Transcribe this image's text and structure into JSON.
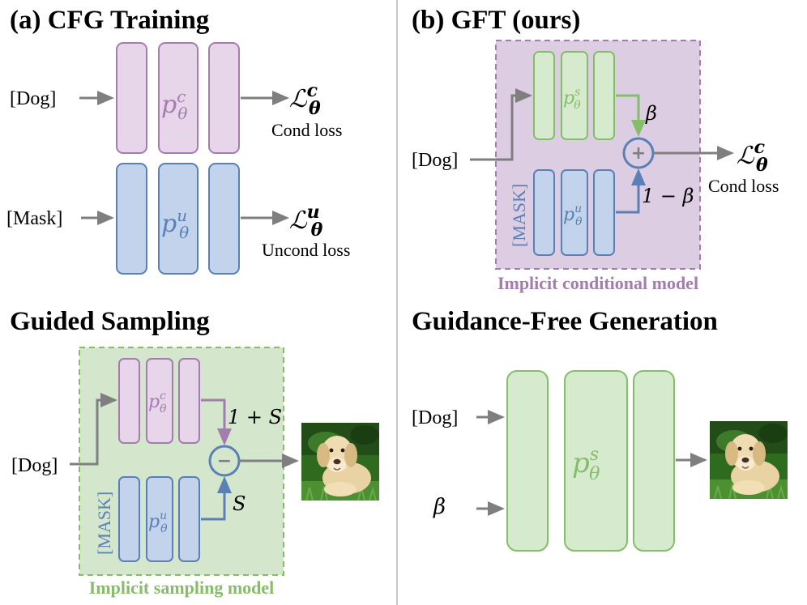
{
  "panels": {
    "cfg_training": {
      "title": "(a) CFG Training",
      "cond_input": "[Dog]",
      "uncond_input": "[Mask]",
      "cond_model": {
        "base": "p",
        "sup": "c",
        "sub": "θ"
      },
      "uncond_model": {
        "base": "p",
        "sup": "u",
        "sub": "θ"
      },
      "cond_loss_symbol": {
        "base": "ℒ",
        "sup": "c",
        "sub": "θ"
      },
      "cond_loss_label": "Cond loss",
      "uncond_loss_symbol": {
        "base": "ℒ",
        "sup": "u",
        "sub": "θ"
      },
      "uncond_loss_label": "Uncond loss"
    },
    "gft": {
      "title": "(b) GFT (ours)",
      "input": "[Dog]",
      "mask_label": "[MASK]",
      "sampling_model": {
        "base": "p",
        "sup": "s",
        "sub": "θ"
      },
      "uncond_model": {
        "base": "p",
        "sup": "u",
        "sub": "θ"
      },
      "beta_weight": "β",
      "one_minus_beta_weight": "1 − β",
      "combine_op": "+",
      "loss_symbol": {
        "base": "ℒ",
        "sup": "c",
        "sub": "θ"
      },
      "loss_label": "Cond loss",
      "box_caption": "Implicit conditional model"
    },
    "guided_sampling": {
      "title": "Guided Sampling",
      "input": "[Dog]",
      "mask_label": "[MASK]",
      "cond_model": {
        "base": "p",
        "sup": "c",
        "sub": "θ"
      },
      "uncond_model": {
        "base": "p",
        "sup": "u",
        "sub": "θ"
      },
      "cond_weight": "1 + S",
      "uncond_weight": "S",
      "combine_op": "−",
      "box_caption": "Implicit sampling model"
    },
    "guidance_free": {
      "title": "Guidance-Free Generation",
      "input_prompt": "[Dog]",
      "input_beta": "β",
      "model": {
        "base": "p",
        "sup": "s",
        "sub": "θ"
      }
    }
  },
  "colors": {
    "purple_fill": "#e7d5e9",
    "purple_stroke": "#a47cb0",
    "purple_text": "#a47cb0",
    "blue_fill": "#c3d3ec",
    "blue_stroke": "#5b80b5",
    "blue_text": "#5b80b5",
    "green_fill": "#d6eacd",
    "green_stroke": "#86bd6a",
    "green_text": "#86bd6a",
    "box_purple_fill": "#dccde3",
    "box_green_fill": "#d4e7cd",
    "arrow": "#7f7f7f",
    "divider": "#c8c8c8"
  },
  "icons": {
    "output_image": "dog-photo-icon"
  }
}
